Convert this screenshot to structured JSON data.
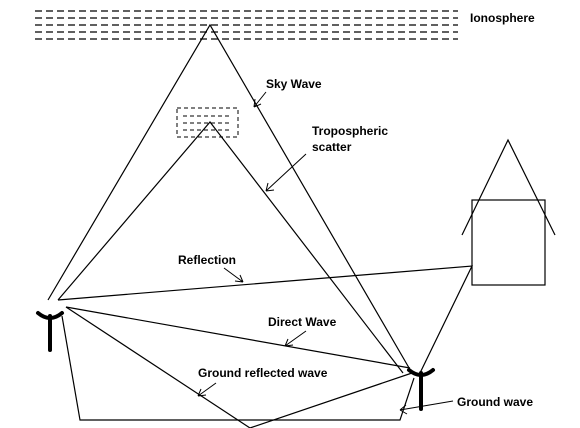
{
  "diagram": {
    "labels": {
      "ionosphere": "Ionosphere",
      "sky_wave": "Sky Wave",
      "tropo_line1": "Tropospheric",
      "tropo_line2": "scatter",
      "reflection": "Reflection",
      "direct_wave": "Direct Wave",
      "ground_reflected": "Ground reflected wave",
      "ground_wave": "Ground wave"
    },
    "colors": {
      "line": "#000000",
      "background": "#ffffff"
    }
  }
}
